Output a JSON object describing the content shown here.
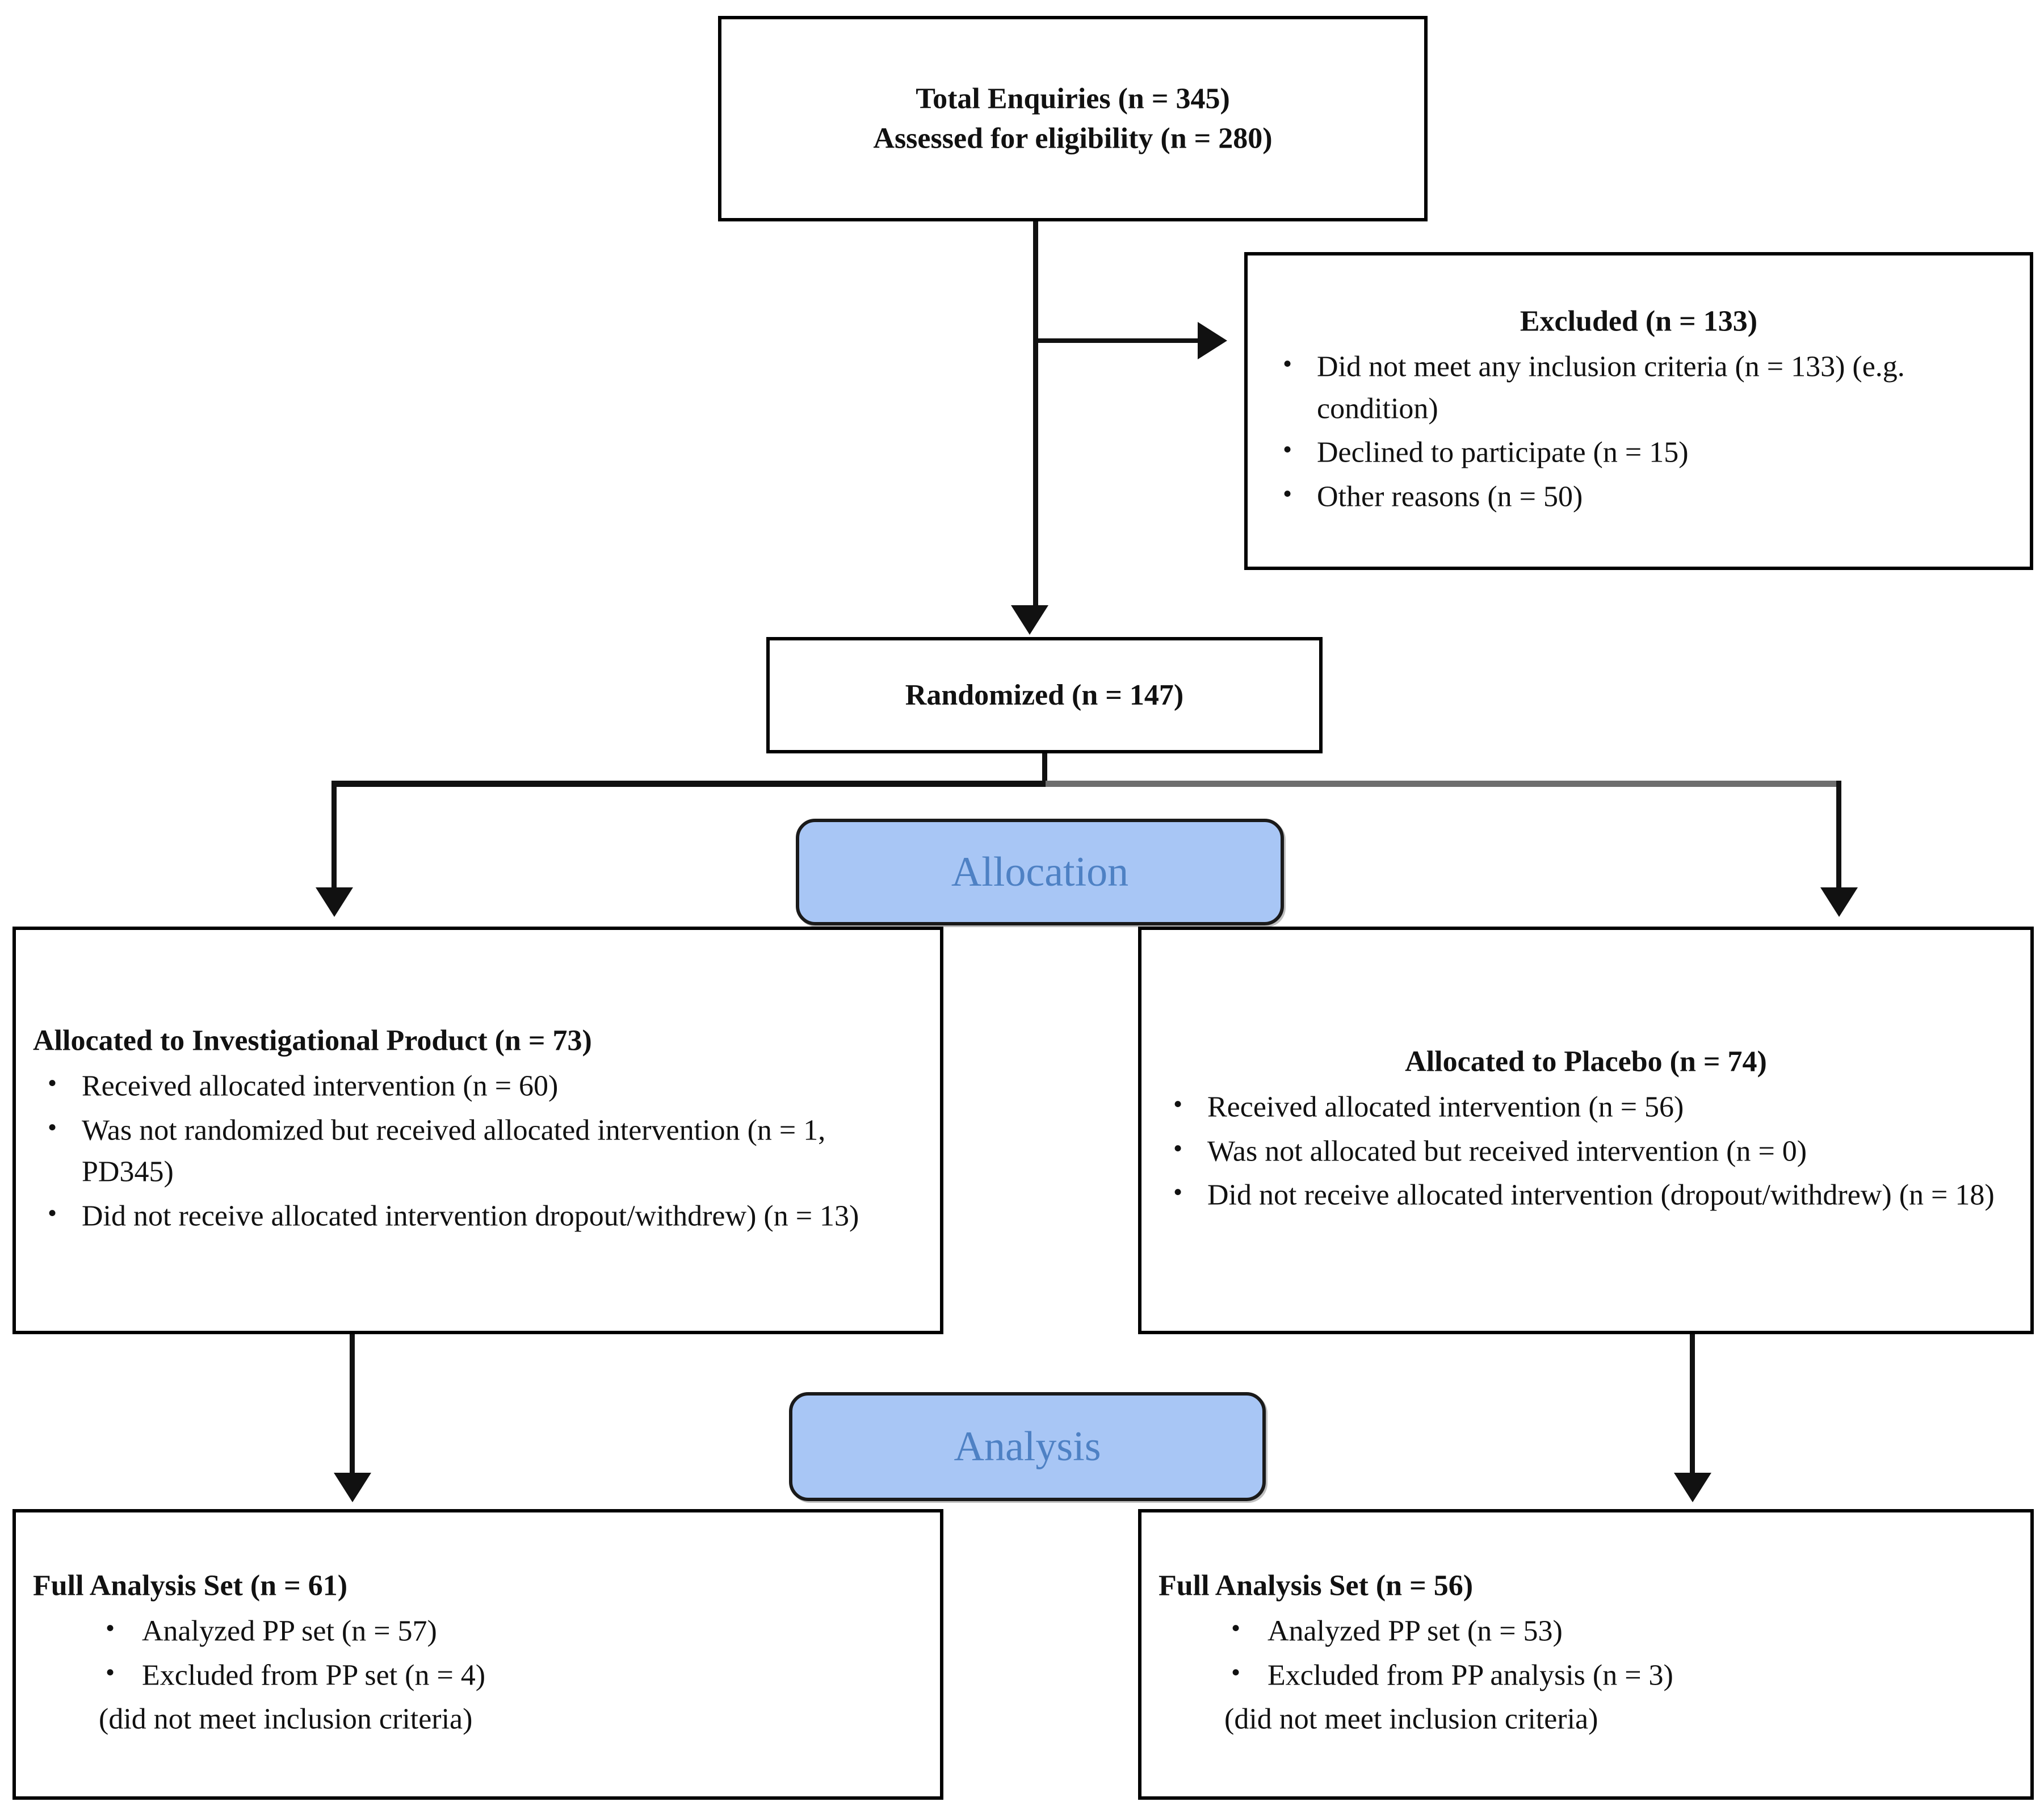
{
  "diagram": {
    "type": "consort-flow-diagram",
    "stages": {
      "allocation": "Allocation",
      "analysis": "Analysis"
    },
    "nodes": {
      "enrollment": {
        "name": "total-enquiries-box",
        "lines": [
          "Total Enquiries (n = 345)",
          "Assessed for eligibility (n = 280)"
        ]
      },
      "excluded": {
        "name": "excluded-box",
        "title": "Excluded (n = 133)",
        "items": [
          "Did not meet any inclusion criteria (n = 133) (e.g. condition)",
          "Declined to participate (n = 15)",
          "Other reasons (n = 50)"
        ]
      },
      "randomized": {
        "name": "randomized-box",
        "title": "Randomized (n = 147)"
      },
      "allocated_ip": {
        "name": "allocated-investigational-product-box",
        "title": "Allocated to Investigational Product (n = 73)",
        "items": [
          "Received allocated intervention (n = 60)",
          "Was not randomized but received allocated intervention (n = 1, PD345)",
          "Did not receive allocated intervention dropout/withdrew) (n = 13)"
        ]
      },
      "allocated_placebo": {
        "name": "allocated-placebo-box",
        "title": "Allocated to Placebo (n = 74)",
        "items": [
          "Received allocated intervention (n = 56)",
          "Was not allocated but received intervention (n = 0)",
          "Did not receive allocated intervention (dropout/withdrew) (n = 18)"
        ]
      },
      "analysis_ip": {
        "name": "full-analysis-set-investigational-box",
        "title": "Full Analysis Set (n = 61)",
        "items": [
          "Analyzed PP set (n = 57)",
          "Excluded from PP set (n = 4)"
        ],
        "note": "(did not meet inclusion criteria)"
      },
      "analysis_placebo": {
        "name": "full-analysis-set-placebo-box",
        "title": "Full Analysis Set (n = 56)",
        "items": [
          "Analyzed PP set (n = 53)",
          "Excluded from PP analysis (n = 3)"
        ],
        "note": "(did not meet inclusion criteria)"
      }
    },
    "colors": {
      "stage_fill": "#A8C6F5",
      "stage_text": "#4E81C4",
      "stage_border": "#1a1a1a",
      "box_border": "#000000",
      "connector": "#111111",
      "connector_gray": "#6e6e6e",
      "text": "#111111",
      "background": "#ffffff"
    }
  }
}
